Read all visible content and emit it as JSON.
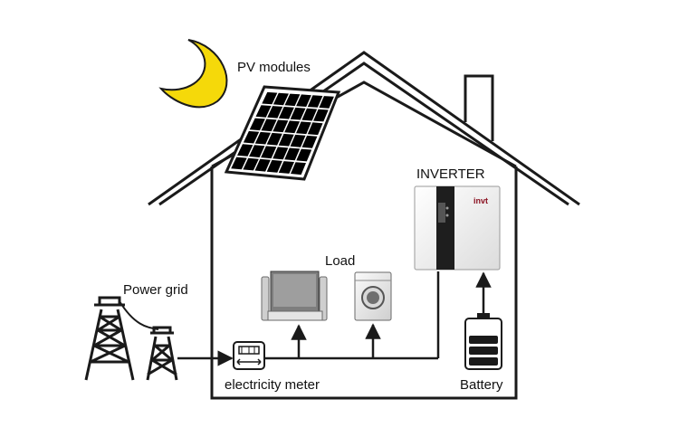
{
  "labels": {
    "pv_modules": "PV modules",
    "inverter": "INVERTER",
    "load": "Load",
    "power_grid": "Power grid",
    "electricity_meter": "electricity meter",
    "battery": "Battery"
  },
  "inverter_brand": "invt",
  "colors": {
    "line": "#1a1a1a",
    "moon": "#f5d90a",
    "panel_cell": "#000000",
    "brand": "#8a1020"
  },
  "icons": [
    "moon-icon",
    "solar-panel-icon",
    "house-outline-icon",
    "inverter-icon",
    "tv-icon",
    "washing-machine-icon",
    "power-tower-icon",
    "meter-icon",
    "battery-icon"
  ]
}
